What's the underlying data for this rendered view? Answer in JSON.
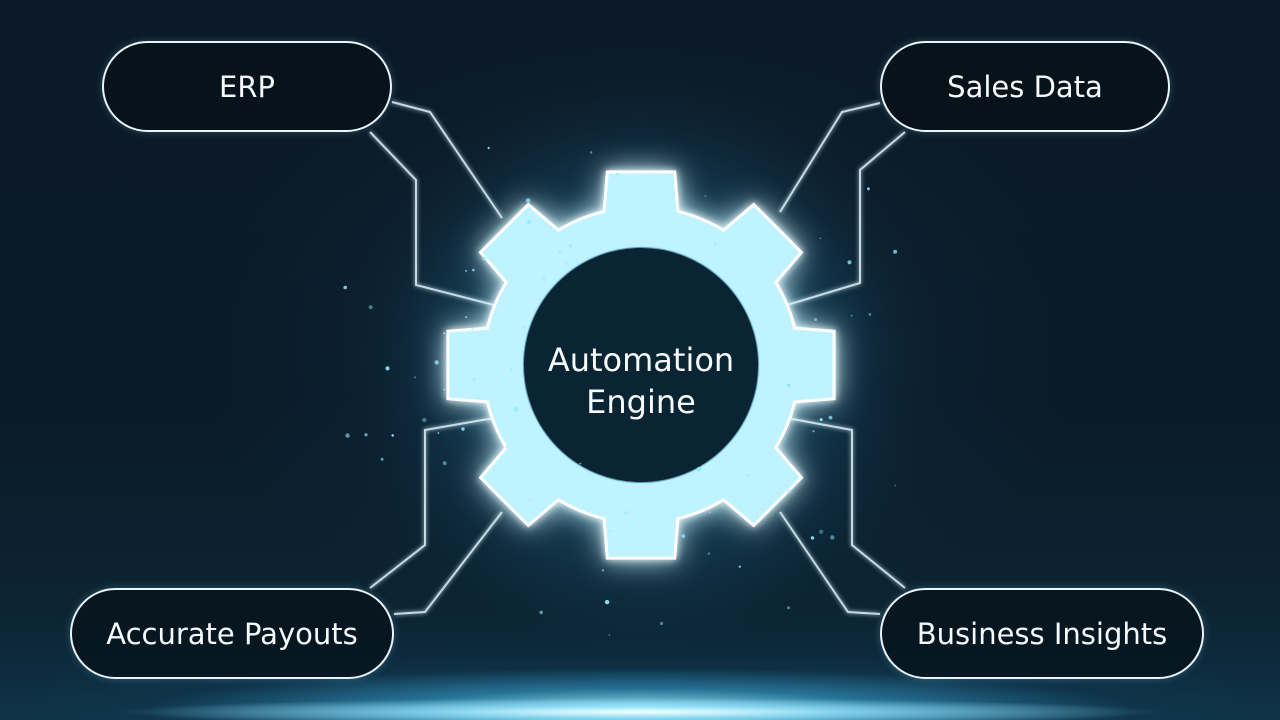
{
  "center": {
    "line1": "Automation",
    "line2": "Engine"
  },
  "nodes": {
    "erp": "ERP",
    "sales_data": "Sales Data",
    "accurate_payouts": "Accurate Payouts",
    "business_insights": "Business Insights"
  },
  "colors": {
    "background": "#07121c",
    "glow": "#6fe0ff",
    "line": "#e8f4fa"
  }
}
